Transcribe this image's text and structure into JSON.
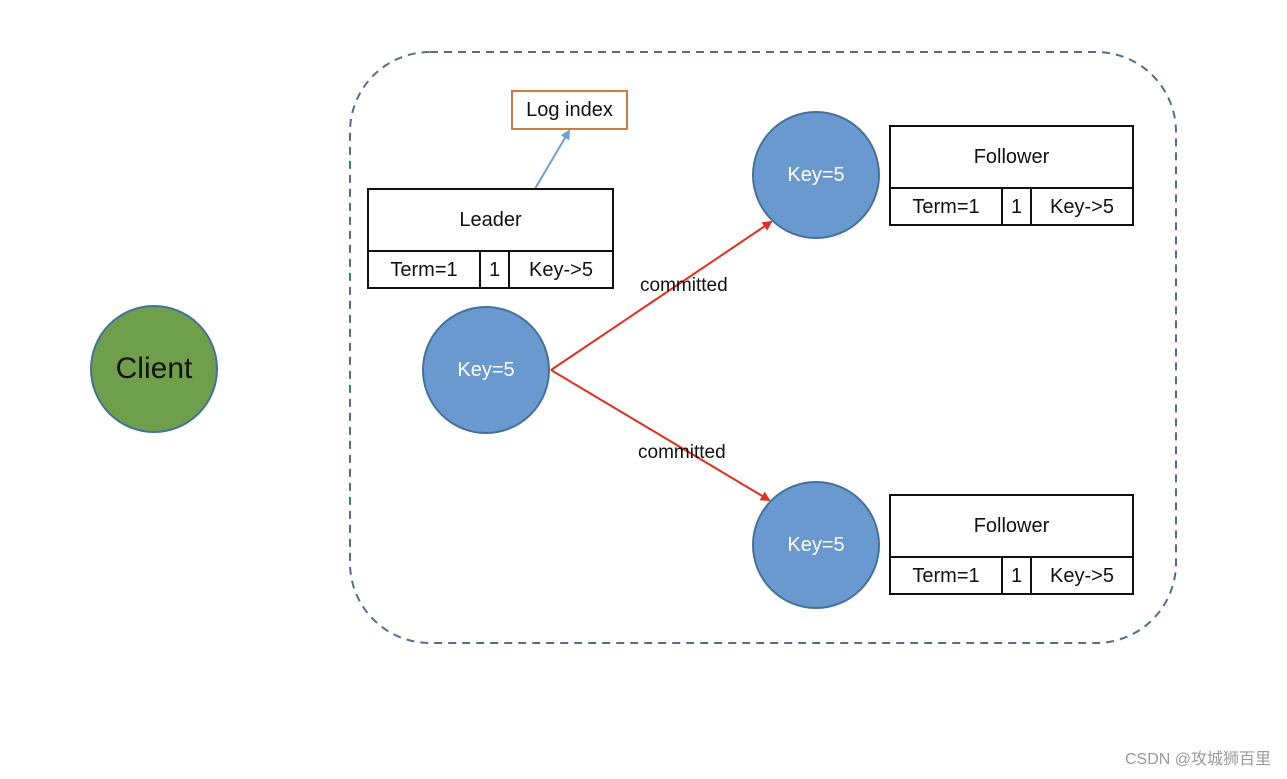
{
  "client": {
    "label": "Client"
  },
  "leader": {
    "node_label": "Key=5",
    "table": {
      "title": "Leader",
      "term": "Term=1",
      "index": "1",
      "entry": "Key->5"
    }
  },
  "log_index_label": "Log index",
  "followers": [
    {
      "node_label": "Key=5",
      "table": {
        "title": "Follower",
        "term": "Term=1",
        "index": "1",
        "entry": "Key->5"
      },
      "edge_label": "committed"
    },
    {
      "node_label": "Key=5",
      "table": {
        "title": "Follower",
        "term": "Term=1",
        "index": "1",
        "entry": "Key->5"
      },
      "edge_label": "committed"
    }
  ],
  "colors": {
    "client_fill": "#6f9f4b",
    "node_fill": "#6a99cf",
    "node_stroke": "#44709c",
    "cluster_border": "#4f6f91",
    "arrow_red": "#e0301e",
    "arrow_blue": "#6f9fd2",
    "logbox_border": "#d07c3c"
  },
  "watermark": "CSDN @攻城狮百里"
}
